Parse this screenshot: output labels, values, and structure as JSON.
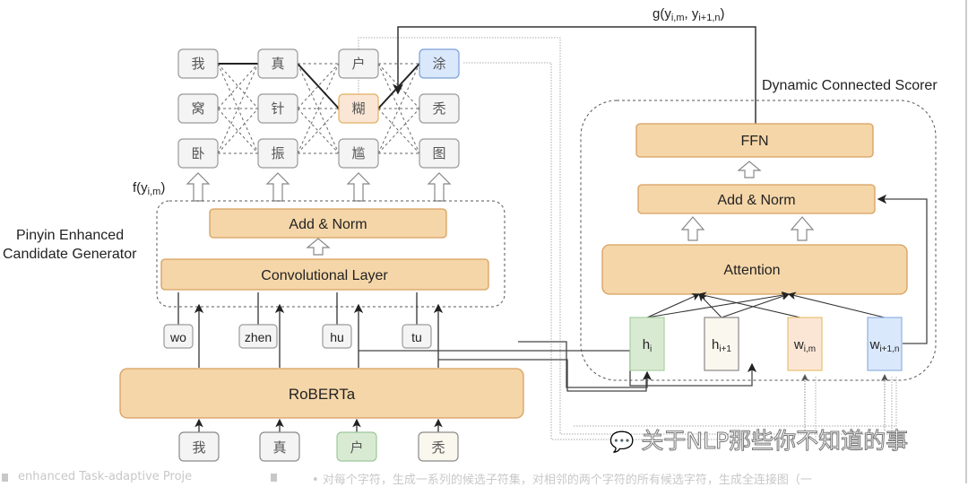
{
  "diagram": {
    "candidate_grid": {
      "columns": [
        [
          "我",
          "窝",
          "卧"
        ],
        [
          "真",
          "针",
          "振"
        ],
        [
          "户",
          "糊",
          "尴"
        ],
        [
          "涂",
          "秃",
          "图"
        ]
      ],
      "selected_path": [
        "我",
        "真",
        "糊",
        "涂"
      ]
    },
    "labels": {
      "f_score": "f(y",
      "f_score_sub": "i,m",
      "f_close": ")",
      "g_score": "g(y",
      "g_sub1": "i,m",
      "g_mid": ", y",
      "g_sub2": "i+1,n",
      "g_close": ")",
      "generator_title_line1": "Pinyin Enhanced",
      "generator_title_line2": "Candidate Generator",
      "scorer_title": "Dynamic Connected Scorer"
    },
    "generator": {
      "add_norm": "Add & Norm",
      "conv": "Convolutional Layer"
    },
    "pinyin": [
      "wo",
      "zhen",
      "hu",
      "tu"
    ],
    "encoder": "RoBERTa",
    "inputs": [
      "我",
      "真",
      "户",
      "秃"
    ],
    "scorer": {
      "ffn": "FFN",
      "add_norm": "Add & Norm",
      "attention": "Attention",
      "tokens": [
        {
          "base": "h",
          "sub": "i"
        },
        {
          "base": "h",
          "sub": "i+1"
        },
        {
          "base": "w",
          "sub": "i,m"
        },
        {
          "base": "w",
          "sub": "i+1,n"
        }
      ]
    },
    "colors": {
      "block": "#f5d6a8",
      "green": "#d9ead3",
      "cream": "#faf8ee",
      "peach": "#fbe6d6",
      "blue": "#dae8fc"
    }
  },
  "watermark": "关于NLP那些你不知道的事",
  "footer": {
    "left": "enhanced Task-adaptive Proje",
    "right": "对每个字符，生成一系列的候选子符集，对相邻的两个字符的所有候选字符，生成全连接图（一"
  }
}
